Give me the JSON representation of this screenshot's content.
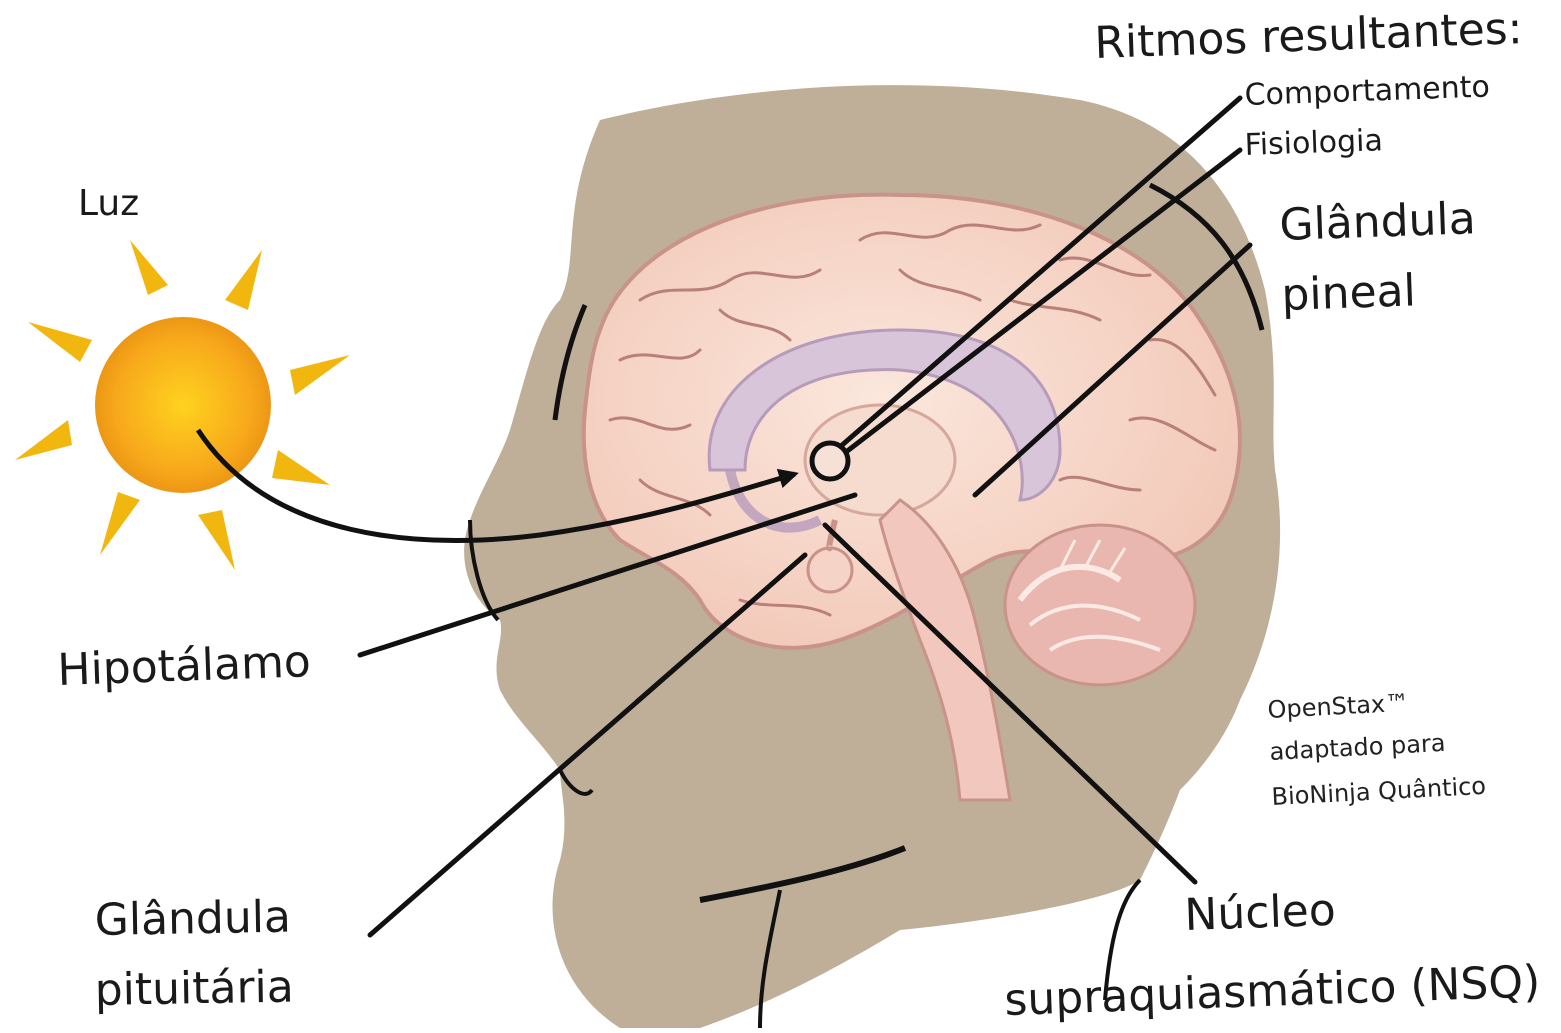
{
  "labels": {
    "light": "Luz",
    "rhythms_title": "Ritmos resultantes:",
    "rhythm_behavior": "Comportamento",
    "rhythm_physiology": "Fisiologia",
    "pineal_line1": "Glândula",
    "pineal_line2": "pineal",
    "hypothalamus": "Hipotálamo",
    "pituitary_line1": "Glândula",
    "pituitary_line2": "pituitária",
    "scn_line1": "Núcleo",
    "scn_line2": "supraquiasmático (NSQ)"
  },
  "credit": {
    "line1": "OpenStax™",
    "line2": "adaptado para",
    "line3": "BioNinja Quântico"
  },
  "colors": {
    "head": "#bfae98",
    "head_outline": "#111111",
    "brain": "#f7d6c8",
    "brain_outline": "#c9938a",
    "limbic": "#cdb6cf",
    "cerebellum": "#e9b7b0",
    "sun_core": "#f7a81b",
    "sun_ray": "#f2b70f"
  },
  "icons": {
    "sun": "sun-icon",
    "arrow": "arrow-icon",
    "scn_marker": "circle-marker-icon"
  }
}
